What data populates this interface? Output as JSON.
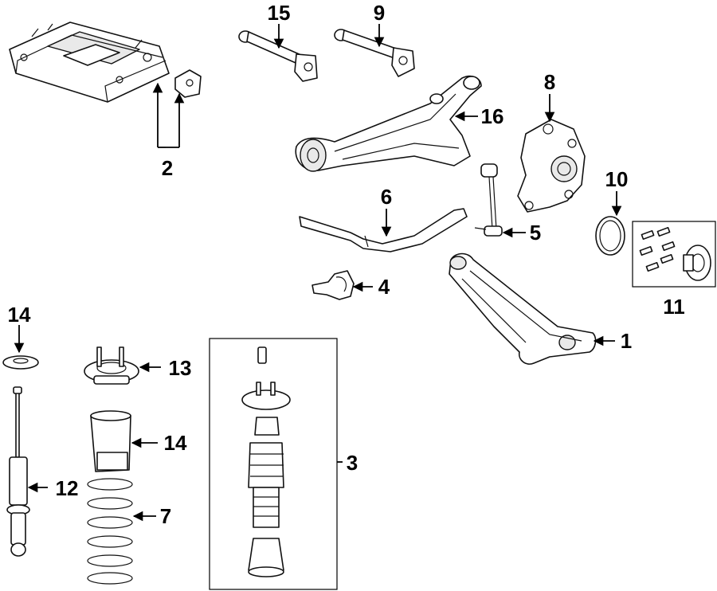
{
  "callouts": {
    "c1": "1",
    "c2": "2",
    "c3": "3",
    "c4": "4",
    "c5": "5",
    "c6": "6",
    "c7": "7",
    "c8": "8",
    "c9": "9",
    "c10": "10",
    "c11": "11",
    "c12": "12",
    "c13": "13",
    "c14_left": "14",
    "c14_center": "14",
    "c15": "15",
    "c16": "16"
  }
}
